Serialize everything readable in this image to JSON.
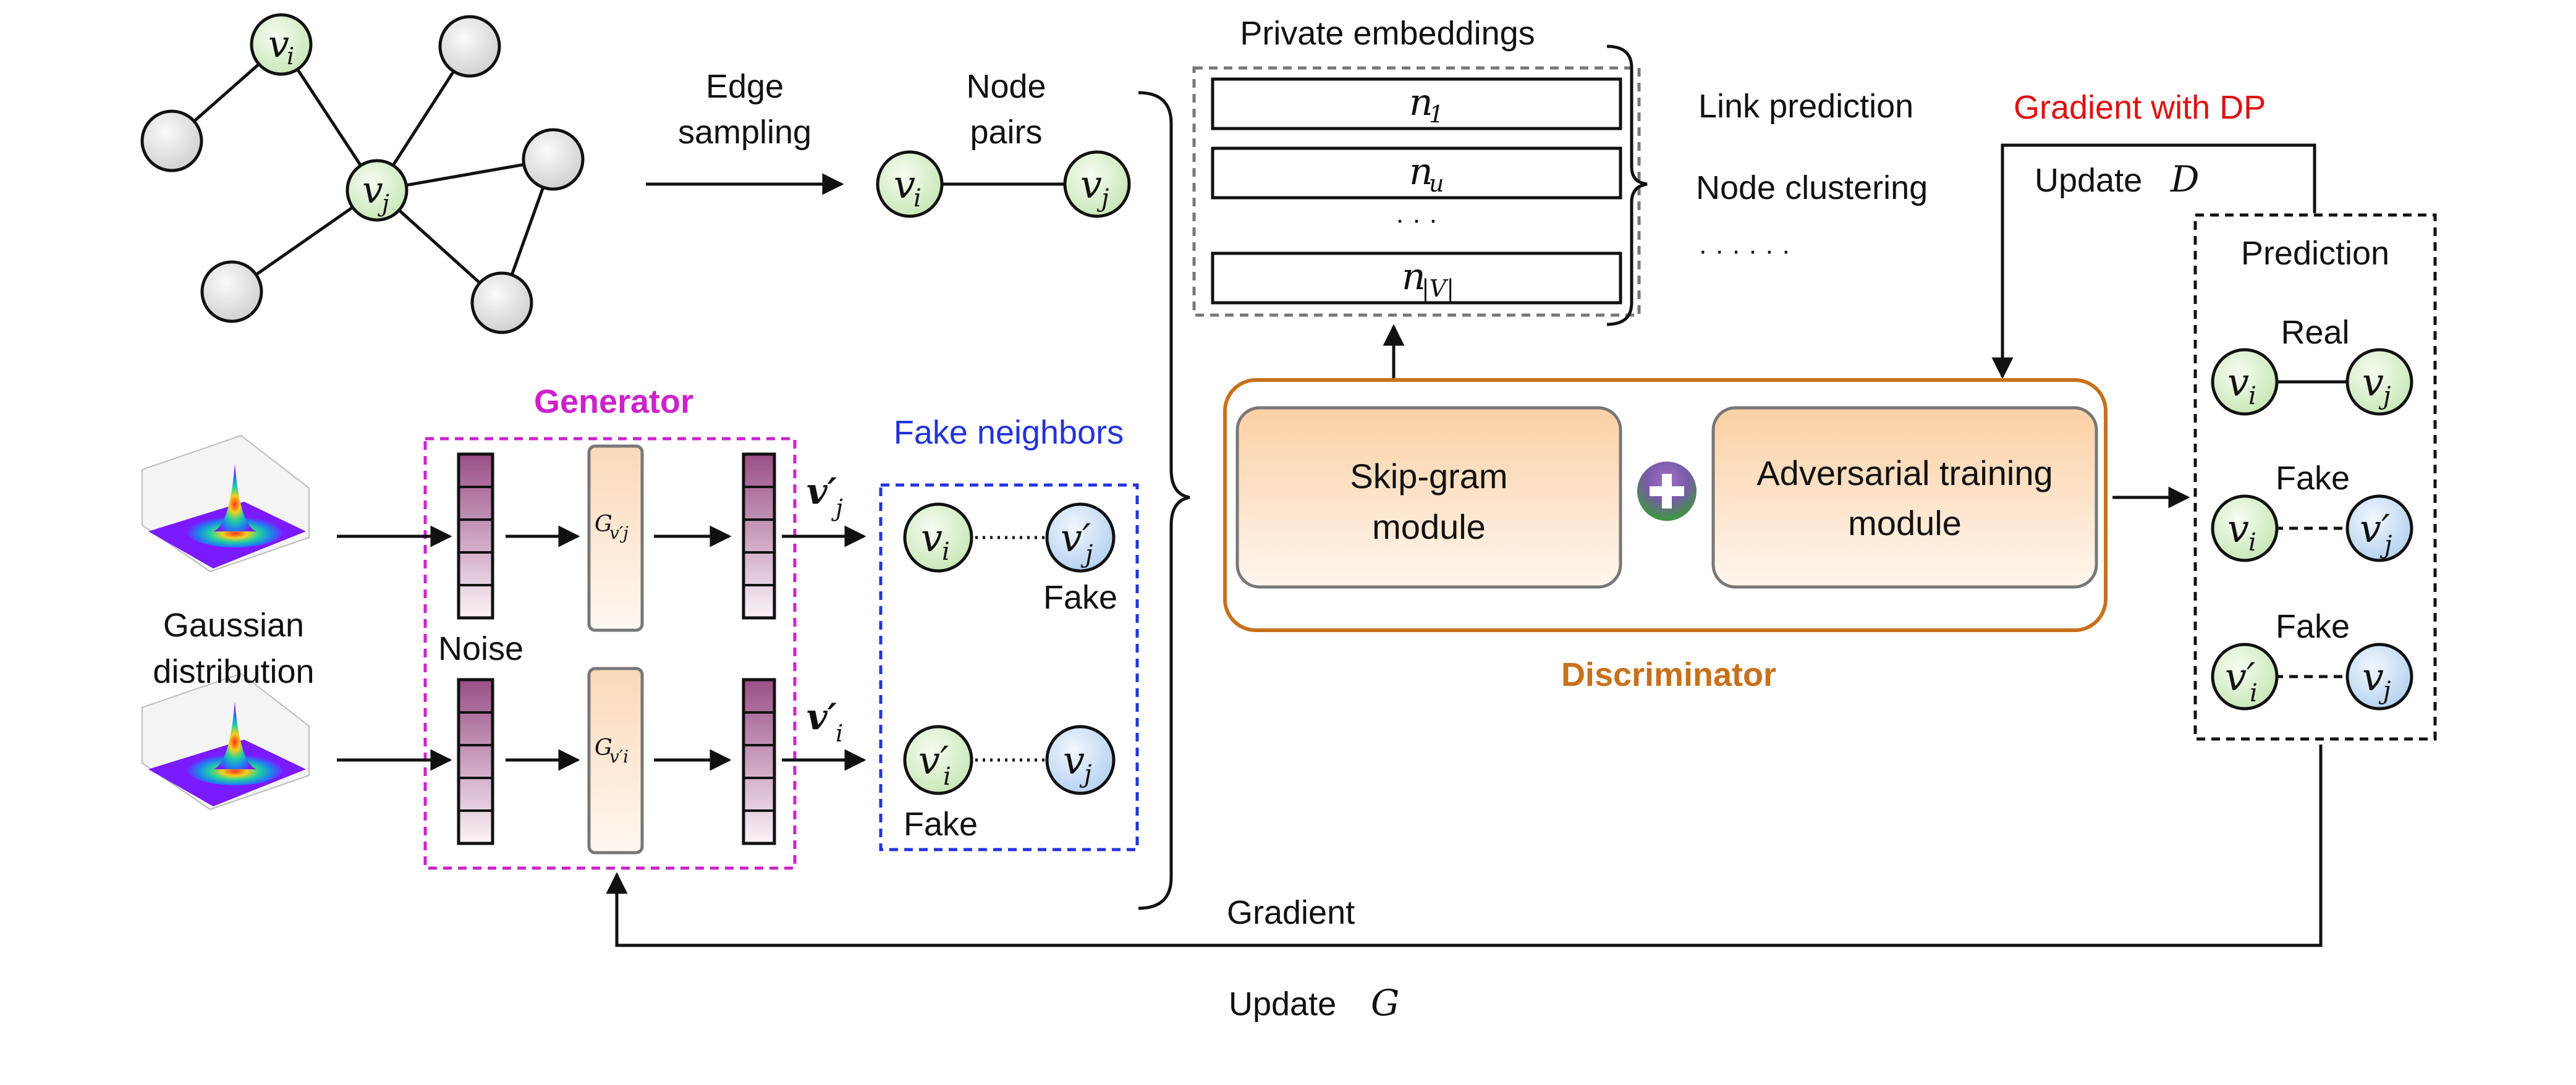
{
  "labels": {
    "edge_sampling_1": "Edge",
    "edge_sampling_2": "sampling",
    "node_pairs_1": "Node",
    "node_pairs_2": "pairs",
    "private_embeddings": "Private embeddings",
    "link_prediction": "Link prediction",
    "node_clustering": "Node clustering",
    "tasks_ellipsis": "· · · · · ·",
    "gradient_with_dp": "Gradient with DP",
    "update_d": "Update",
    "update_d_sym": "D",
    "prediction": "Prediction",
    "real": "Real",
    "fake_top": "Fake",
    "fake_bottom": "Fake",
    "generator": "Generator",
    "fake_neighbors": "Fake neighbors",
    "gaussian_1": "Gaussian",
    "gaussian_2": "distribution",
    "noise": "Noise",
    "fake_upper_pair": "Fake",
    "fake_lower_pair": "Fake",
    "skipgram_1": "Skip-gram",
    "skipgram_2": "module",
    "adversarial_1": "Adversarial training",
    "adversarial_2": "module",
    "discriminator": "Discriminator",
    "gradient": "Gradient",
    "update_g": "Update",
    "update_g_sym": "G",
    "embed_n1": "n",
    "embed_n1_sub": "1",
    "embed_nu": "n",
    "embed_nu_sub": "u",
    "embed_dots": "· · ·",
    "embed_nv": "n",
    "embed_nv_sub": "|V|",
    "vj_prime_label": "v′",
    "vj_prime_sub": "j",
    "vi_prime_label": "v′",
    "vi_prime_sub": "i",
    "gen_vj": "G",
    "gen_vj_sub": "v′j",
    "gen_vi": "G",
    "gen_vi_sub": "v′i",
    "node_vi": "v",
    "node_vi_sub": "i",
    "node_vj": "v",
    "node_vj_sub": "j",
    "node_vi_prime": "v′",
    "node_vj_prime": "v′"
  },
  "colors": {
    "generator": "#cc22cc",
    "fake_neighbors": "#2233dd",
    "discriminator": "#c8701a",
    "gradient_dp": "#e01010",
    "node_green": "#d8efcc",
    "node_blue": "#c4dcf4",
    "node_gray": "#e4e4e4",
    "module_fill": "#fbd9b8"
  }
}
